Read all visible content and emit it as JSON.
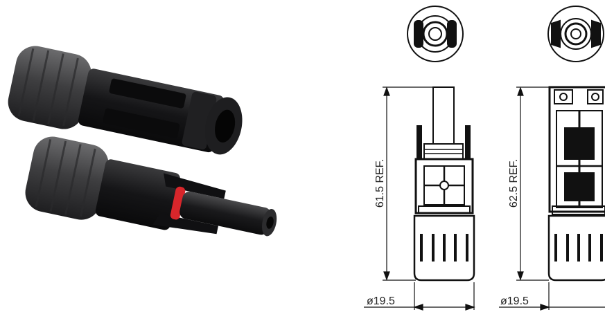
{
  "drawings": [
    {
      "length_label": "61.5  REF.",
      "diameter_label": "ø19.5"
    },
    {
      "length_label": "62.5  REF.",
      "diameter_label": "ø19.5"
    }
  ],
  "colors": {
    "body_black": "#1c1c1e",
    "nut_grey": "#4a4a4c",
    "seal_red": "#d8262b",
    "line": "#111111"
  }
}
